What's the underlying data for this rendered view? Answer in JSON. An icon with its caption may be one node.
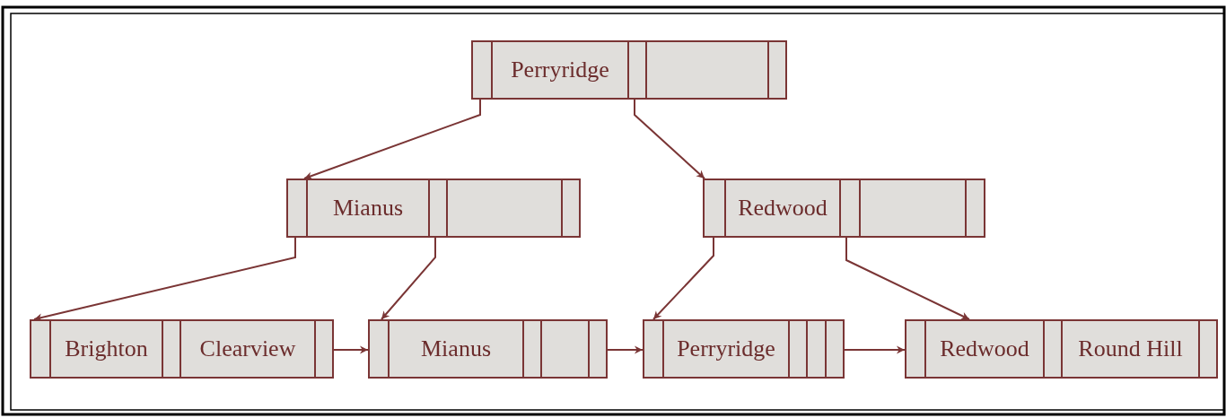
{
  "diagram": {
    "nodes": [
      {
        "text": [
          "Perryridge"
        ]
      },
      {
        "text": [
          "Mianus"
        ]
      },
      {
        "text": [
          "Redwood"
        ]
      },
      {
        "text": [
          "Brighton",
          "Clearview"
        ]
      },
      {
        "text": [
          "Mianus"
        ]
      },
      {
        "text": [
          "Perryridge"
        ]
      },
      {
        "text": [
          "Redwood",
          "Round Hill"
        ]
      }
    ],
    "edges": [
      {
        "from": 0,
        "to": 1,
        "arrow": "to"
      },
      {
        "from": 0,
        "to": 2,
        "arrow": "to"
      },
      {
        "from": 1,
        "to": 3,
        "arrow": "to"
      },
      {
        "from": 1,
        "to": 4,
        "arrow": "to"
      },
      {
        "from": 2,
        "to": 5,
        "arrow": "to"
      },
      {
        "from": 2,
        "to": 6,
        "arrow": "to"
      },
      {
        "from": 3,
        "to": 4,
        "arrow": "to"
      },
      {
        "from": 4,
        "to": 5,
        "arrow": "to"
      },
      {
        "from": 5,
        "to": 6,
        "arrow": "to"
      }
    ]
  }
}
